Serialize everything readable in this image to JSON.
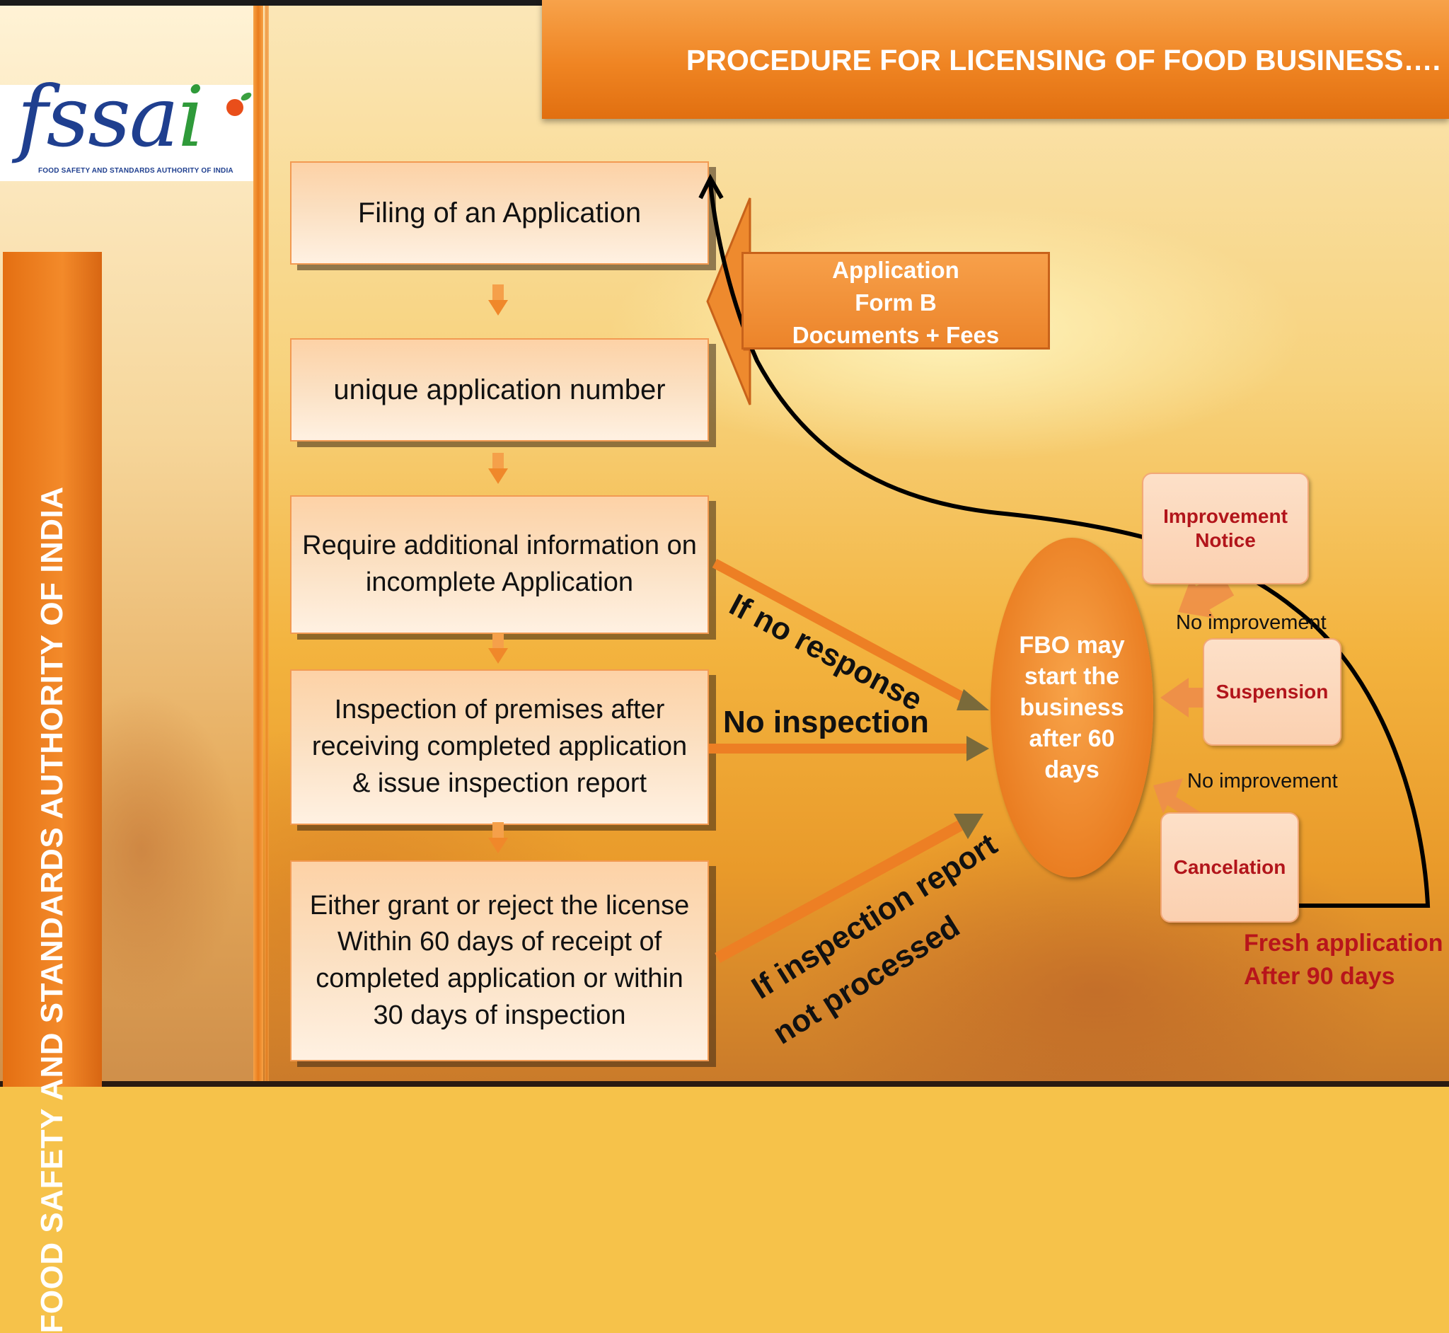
{
  "header": {
    "title": "PROCEDURE FOR LICENSING OF FOOD BUSINESS…."
  },
  "sidebar": {
    "vertical_text": "FOOD SAFETY AND STANDARDS AUTHORITY OF INDIA"
  },
  "logo": {
    "wordmark_main": "fssa",
    "wordmark_i": "i",
    "subtitle": "FOOD SAFETY AND STANDARDS AUTHORITY OF INDIA"
  },
  "steps": [
    {
      "label": "Filing of an Application"
    },
    {
      "label": "unique application number"
    },
    {
      "label": "Require additional information on incomplete Application"
    },
    {
      "label": "Inspection of premises after receiving completed application & issue inspection report"
    },
    {
      "label": "Either grant or reject the license Within 60 days of receipt of completed application or within 30 days of inspection"
    }
  ],
  "documents_box": {
    "line1": "Application",
    "line2": "Form B",
    "line3": "Documents + Fees"
  },
  "fbo": {
    "label": "FBO may start the business after 60 days"
  },
  "penalties": {
    "improvement_notice": "Improvement Notice",
    "suspension": "Suspension",
    "cancelation": "Cancelation",
    "no_improvement_1": "No improvement",
    "no_improvement_2": "No improvement"
  },
  "arrow_labels": {
    "no_response": "If no response",
    "no_inspection": "No inspection",
    "not_processed_line1": "If inspection report",
    "not_processed_line2": "not processed"
  },
  "fresh_application": {
    "line1": "Fresh application",
    "line2": "After 90 days"
  },
  "colors": {
    "accent_orange": "#ef8422",
    "dark_red": "#b8151b",
    "header_text": "#ffffff"
  }
}
